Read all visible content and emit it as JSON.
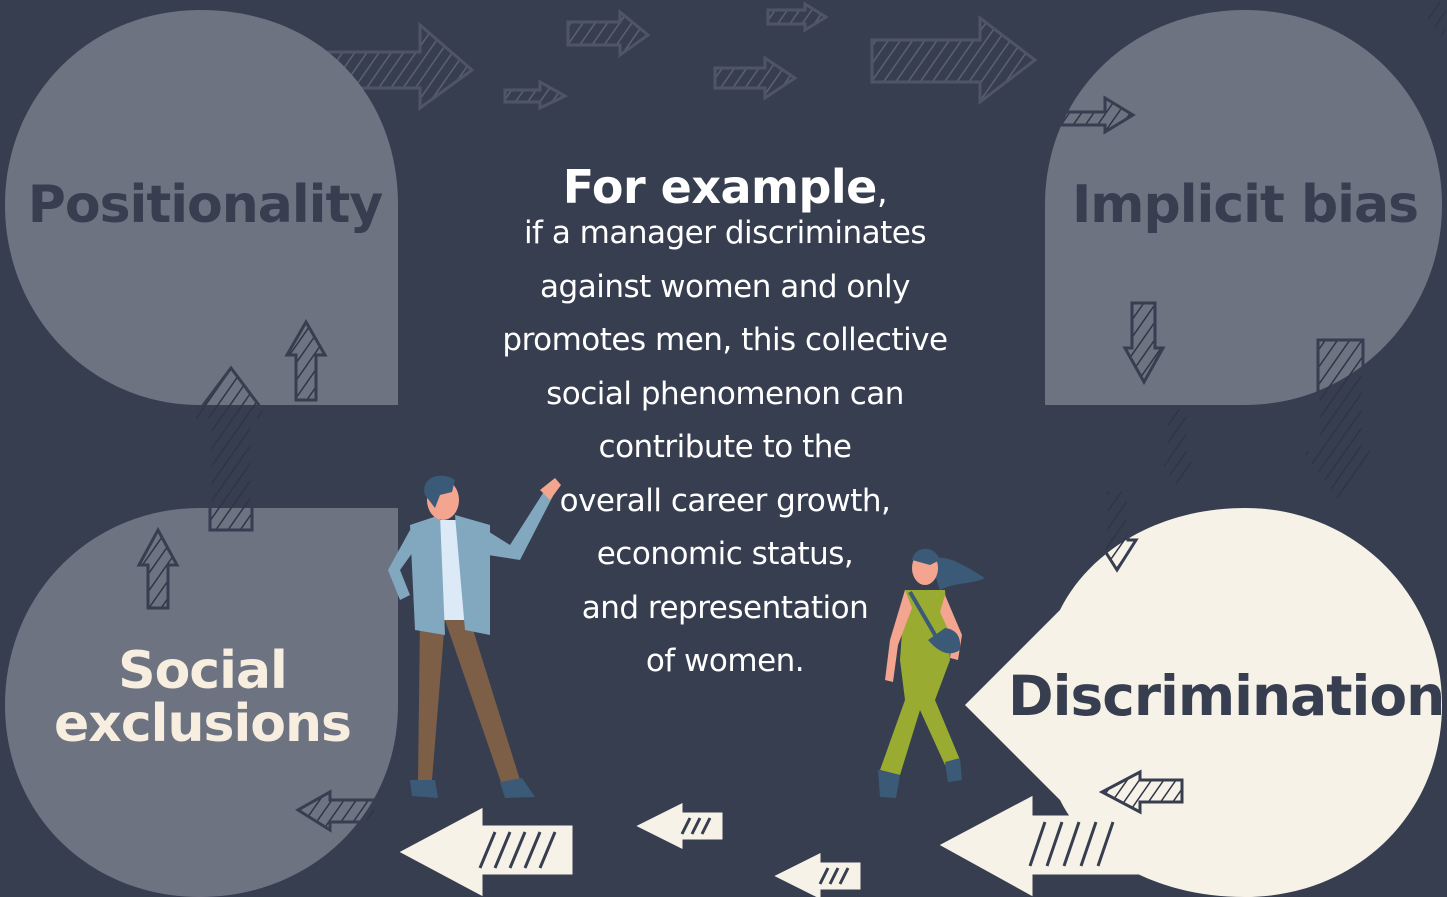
{
  "boxes": {
    "positionality": "Positionality",
    "implicit_bias": "Implicit bias",
    "social_exclusions_line1": "Social",
    "social_exclusions_line2": "exclusions",
    "discrimination": "Discrimination"
  },
  "example": {
    "title": "For example",
    "comma": ",",
    "lines": [
      "if a manager discriminates",
      "against women and only",
      "promotes men, this collective",
      "social phenomenon can",
      "contribute to the",
      "overall career growth,",
      "economic status,",
      "and representation",
      "of women."
    ]
  },
  "colors": {
    "background": "#373e50",
    "bubble": "#6e7382",
    "highlight_bubble": "#f7f2e8",
    "text_dark": "#373e50",
    "text_light": "#ffffff"
  }
}
